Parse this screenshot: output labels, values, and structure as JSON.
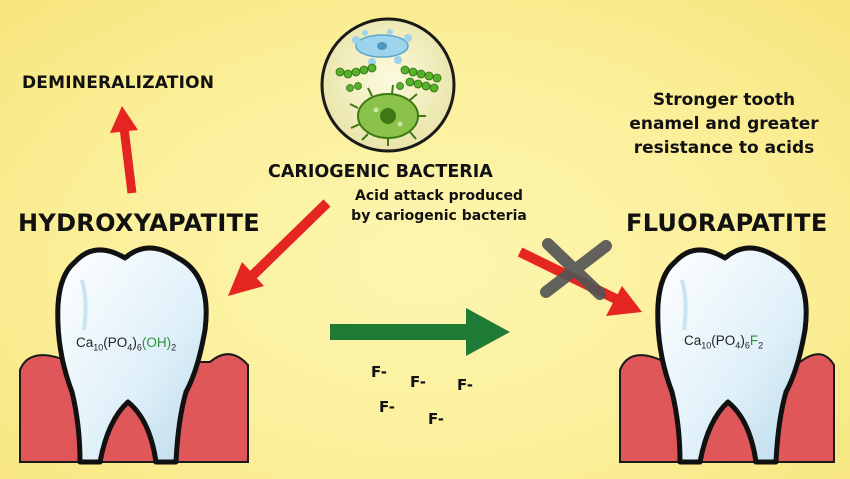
{
  "labels": {
    "demineralization": "DEMINERALIZATION",
    "hydroxyapatite": "HYDROXYAPATITE",
    "fluorapatite": "FLUORAPATITE",
    "cariogenic_bacteria": "CARIOGENIC BACTERIA",
    "acid_attack": "Acid attack produced by cariogenic bacteria",
    "stronger_enamel": "Stronger tooth enamel and greater resistance to acids"
  },
  "formula_left": {
    "ca": "Ca",
    "ca_sub": "10",
    "po4_open": "(PO",
    "po4_sub": "4",
    "po4_close": ")",
    "group_sub": "6",
    "oh": "(OH)",
    "oh_sub": "2"
  },
  "formula_right": {
    "ca": "Ca",
    "ca_sub": "10",
    "po4_open": "(PO",
    "po4_sub": "4",
    "po4_close": ")",
    "group_sub": "6",
    "f": "F",
    "f_sub": "2"
  },
  "fluoride_ions": [
    "F-",
    "F-",
    "F-",
    "F-",
    "F-"
  ],
  "colors": {
    "background": "#fbef9a",
    "red_arrow": "#e52521",
    "green_arrow": "#1e7a35",
    "gum": "#e0575a",
    "tooth": "#e6f4fb",
    "blocked_cross": "#555555"
  }
}
